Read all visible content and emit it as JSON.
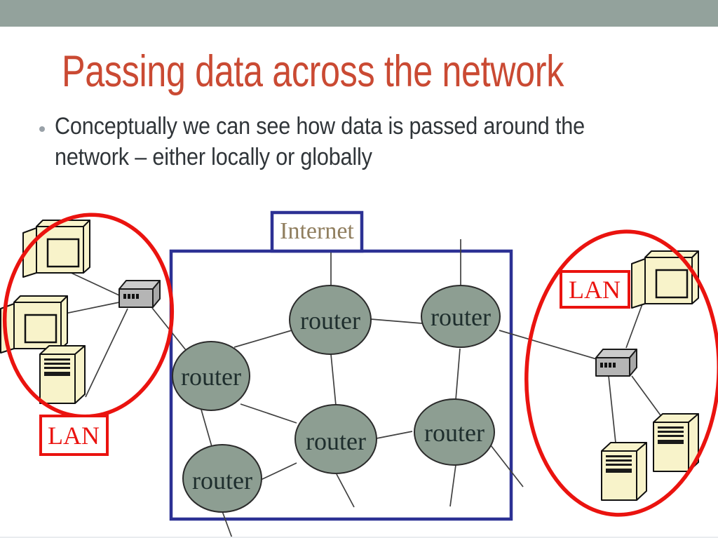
{
  "slide": {
    "title": "Passing data across the network",
    "bullet": {
      "line1": "Conceptually we can see how data is passed around the",
      "line2": "network – either locally or globally"
    }
  },
  "diagram": {
    "internet_label": "Internet",
    "router_label": "router",
    "lan_left_label": "LAN",
    "lan_right_label": "LAN",
    "router_nodes": [
      {
        "id": "router-top-center",
        "label": "router"
      },
      {
        "id": "router-top-right",
        "label": "router"
      },
      {
        "id": "router-mid-left",
        "label": "router"
      },
      {
        "id": "router-center",
        "label": "router"
      },
      {
        "id": "router-mid-right",
        "label": "router"
      },
      {
        "id": "router-bottom-left",
        "label": "router"
      }
    ],
    "lan_left_devices": [
      "monitor",
      "monitor",
      "server-tower",
      "hub"
    ],
    "lan_right_devices": [
      "monitor",
      "hub",
      "server-tower",
      "server-tower"
    ]
  },
  "colors": {
    "top_band": "#93a29c",
    "title": "#ca4a33",
    "body_text": "#303539",
    "internet_blue": "#2c3194",
    "internet_text": "#907e5e",
    "router_fill": "#8d9e92",
    "lan_red": "#ea130f",
    "device_cream": "#f8f3ca",
    "hub_gray": "#b5b5b5"
  }
}
